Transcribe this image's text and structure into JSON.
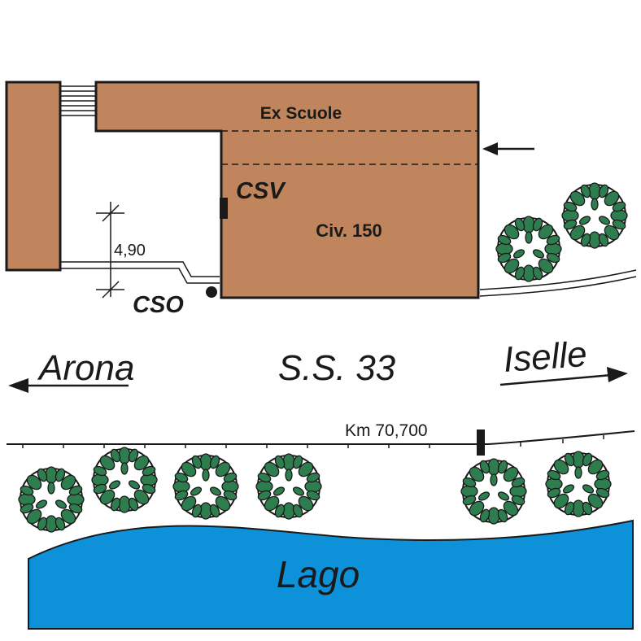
{
  "colors": {
    "building": "#c0855d",
    "lake": "#0d91d8",
    "tree_leaf": "#2e7d4f",
    "tree_outline": "#1a1a1a",
    "ink": "#1a1a1a"
  },
  "building": {
    "name": "Ex Scuole",
    "civic_number": "Civ. 150"
  },
  "markers": {
    "csv": "CSV",
    "cso": "CSO"
  },
  "dimension": {
    "value": "4,90"
  },
  "road": {
    "name": "S.S. 33",
    "direction_left": "Arona",
    "direction_right": "Iselle",
    "kilometer": "Km 70,700"
  },
  "lake": {
    "name": "Lago"
  },
  "icons": [
    "north-arrow-icon",
    "tree-icon",
    "cso-dot-icon",
    "csv-marker-icon",
    "km-post-icon"
  ]
}
